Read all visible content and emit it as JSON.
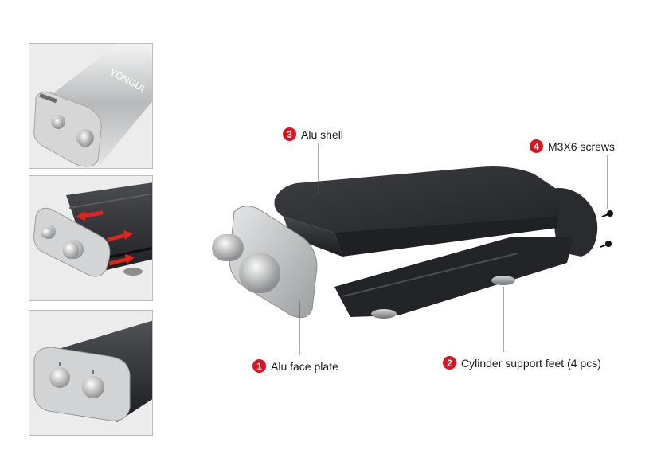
{
  "thumbnails": [
    {
      "name": "assembled-silver-enclosure",
      "logo_text": "YONGUI"
    },
    {
      "name": "exploded-sliding-view"
    },
    {
      "name": "assembled-black-enclosure"
    }
  ],
  "callouts": [
    {
      "number": "1",
      "label": "Alu face plate"
    },
    {
      "number": "2",
      "label": "Cylinder support feet (4 pcs)"
    },
    {
      "number": "3",
      "label": "Alu shell"
    },
    {
      "number": "4",
      "label": "M3X6 screws"
    }
  ],
  "colors": {
    "badge": "#e3111d",
    "shell": "#2b2d30",
    "aluminum": "#c9cacc",
    "arrow": "#e0231b"
  }
}
